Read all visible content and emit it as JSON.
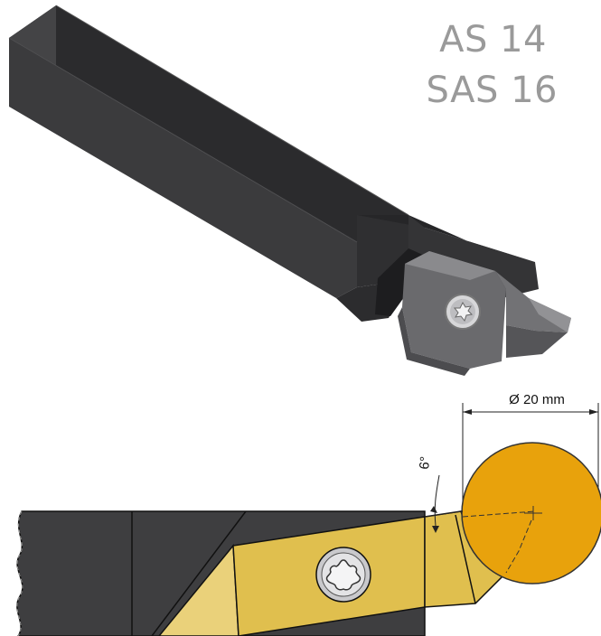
{
  "labels": {
    "model_line_1": "AS 14",
    "model_line_2": "SAS 16"
  },
  "dimensions": {
    "diameter": "Ø 20 mm",
    "angle": "6°"
  },
  "colors": {
    "holder": "#3a3a3c",
    "insert_3d": "#5d5d60",
    "workpiece": "#e8a30f",
    "insert_2d": "#e3c257",
    "label": "#9a9a9a"
  }
}
